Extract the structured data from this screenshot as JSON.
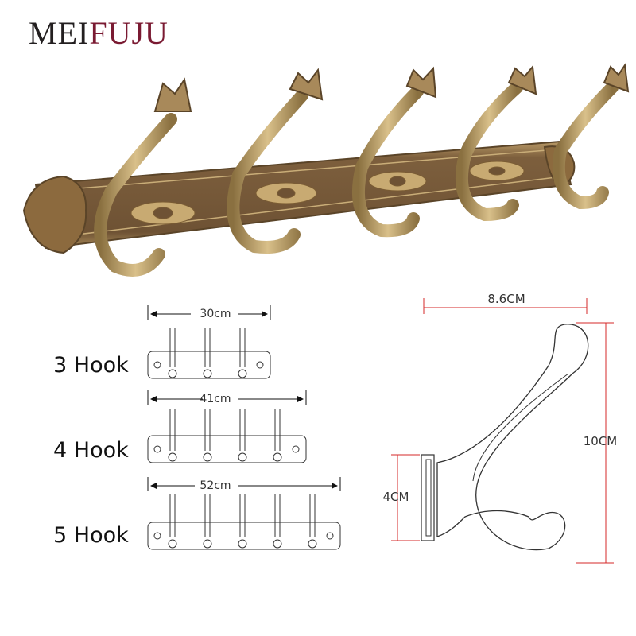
{
  "brand": {
    "part1": "MEI",
    "part2": "FUJU"
  },
  "variants": [
    {
      "label": "3 Hook",
      "width": "30cm"
    },
    {
      "label": "4 Hook",
      "width": "41cm"
    },
    {
      "label": "5 Hook",
      "width": "52cm"
    }
  ],
  "hook_dimensions": {
    "width": "8.6CM",
    "height": "10CM",
    "plate": "4CM"
  },
  "colors": {
    "brand_dark": "#231f20",
    "brand_accent": "#7a1a32",
    "bronze": "#a8895a",
    "dimension_red": "#d62828"
  }
}
